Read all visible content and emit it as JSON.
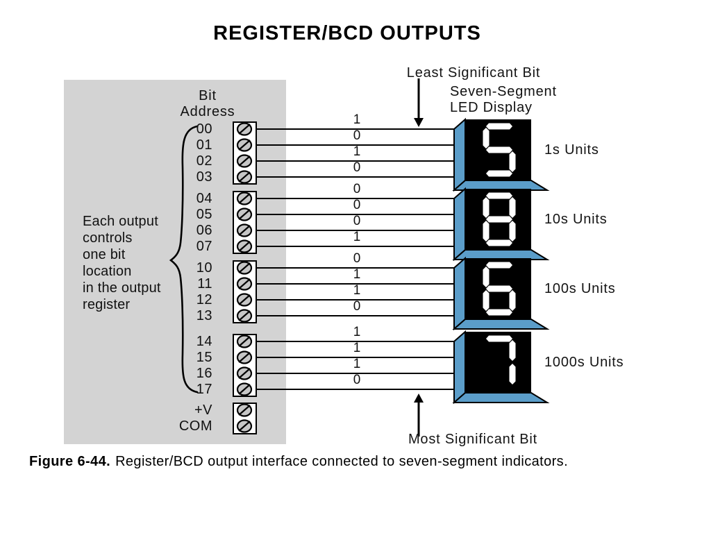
{
  "title": "REGISTER/BCD OUTPUTS",
  "panel": {
    "header": [
      "Bit",
      "Address"
    ],
    "note_lines": [
      "Each output",
      "controls",
      "one bit",
      "location",
      "in the output",
      "register"
    ],
    "power_terminals": [
      "+V",
      "COM"
    ]
  },
  "labels": {
    "lsb": "Least Significant Bit",
    "msb": "Most Significant Bit",
    "display_title": [
      "Seven-Segment",
      "LED Display"
    ]
  },
  "groups": [
    {
      "addresses": [
        "00",
        "01",
        "02",
        "03"
      ],
      "bits": [
        "1",
        "0",
        "1",
        "0"
      ],
      "digit": "5",
      "unit": "1s Units"
    },
    {
      "addresses": [
        "04",
        "05",
        "06",
        "07"
      ],
      "bits": [
        "0",
        "0",
        "0",
        "1"
      ],
      "digit": "8",
      "unit": "10s Units"
    },
    {
      "addresses": [
        "10",
        "11",
        "12",
        "13"
      ],
      "bits": [
        "0",
        "1",
        "1",
        "0"
      ],
      "digit": "6",
      "unit": "100s Units"
    },
    {
      "addresses": [
        "14",
        "15",
        "16",
        "17"
      ],
      "bits": [
        "1",
        "1",
        "1",
        "0"
      ],
      "digit": "7",
      "unit": "1000s Units"
    }
  ],
  "caption": {
    "figure": "Figure 6-44.",
    "text": "Register/BCD output interface connected to seven-segment indicators."
  },
  "colors": {
    "panel": "#d3d3d3",
    "display_blue": "#5b9dc9",
    "display_face": "#000000",
    "segment": "#ffffff",
    "wire": "#000000",
    "screw_fill": "#c6c6c6"
  }
}
